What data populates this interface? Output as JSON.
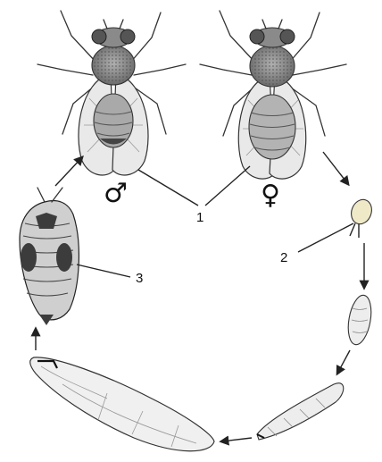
{
  "figure": {
    "labels": {
      "adults": "1",
      "egg": "2",
      "pupa": "3"
    },
    "symbols": {
      "male": "♂",
      "female": "♀"
    },
    "stages": [
      {
        "key": "adult-male"
      },
      {
        "key": "adult-female"
      },
      {
        "key": "egg"
      },
      {
        "key": "larva-first-instar"
      },
      {
        "key": "larva-second-instar"
      },
      {
        "key": "larva-third-instar"
      },
      {
        "key": "pupa"
      }
    ],
    "colors": {
      "ink": "#222222",
      "body_gray": "#8e8e8e",
      "wing_fill": "#e9e9e9",
      "pupa_dark": "#3c3c3c",
      "egg_fill": "#efe9c8"
    }
  }
}
